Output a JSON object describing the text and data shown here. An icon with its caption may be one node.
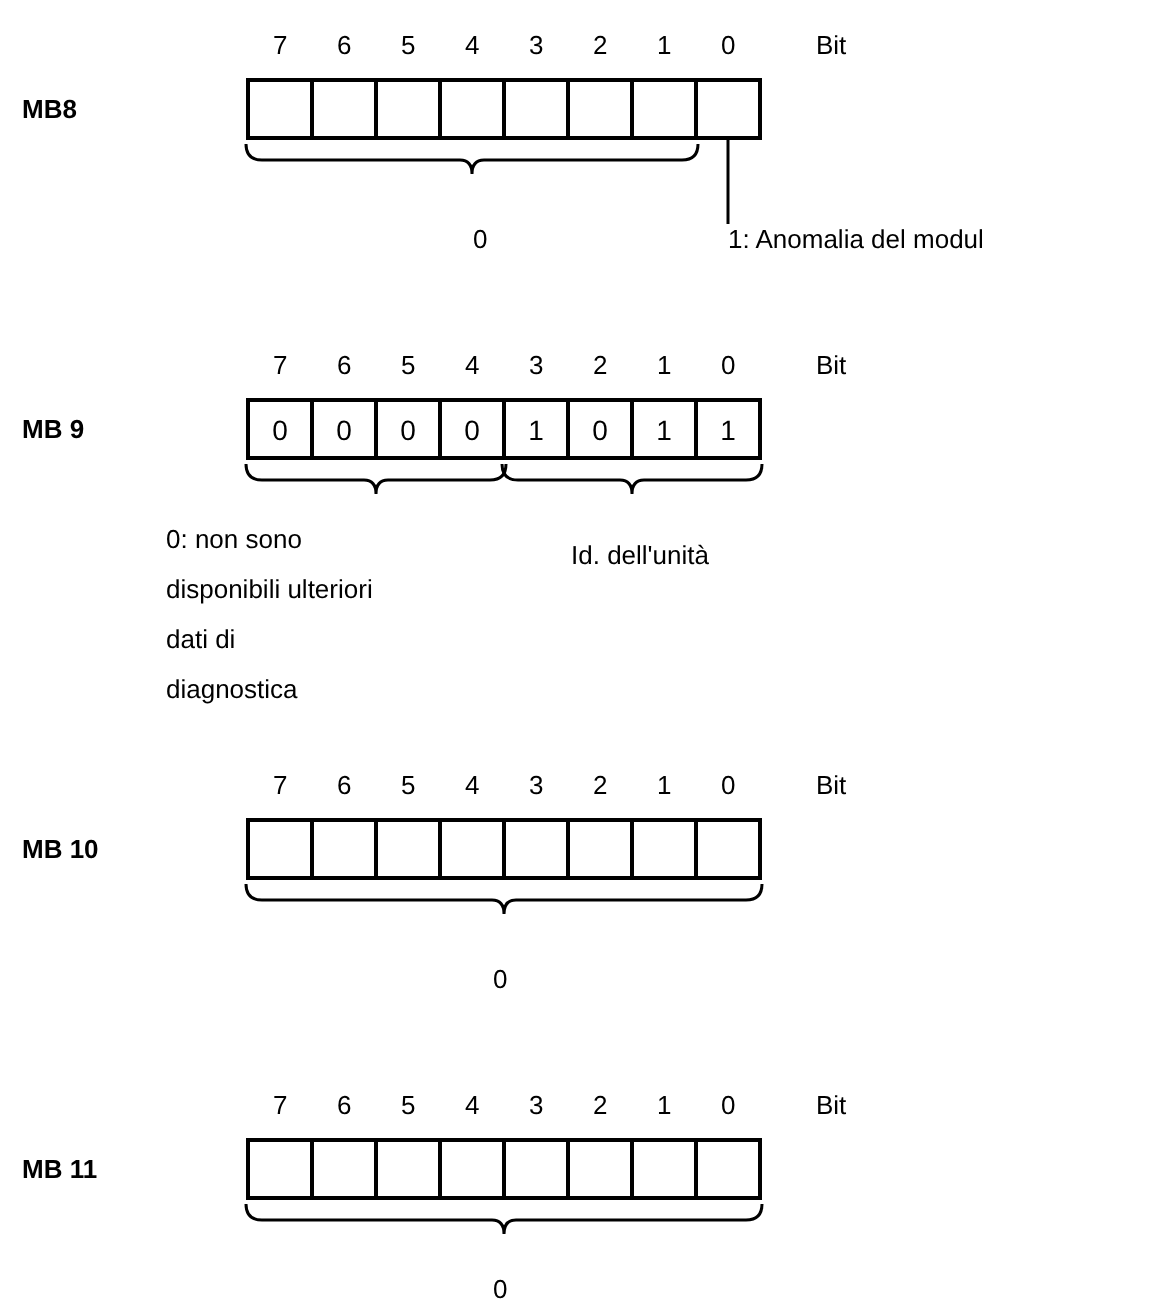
{
  "diagram": {
    "nodes": [
      {
        "text": [],
        "shape": "box"
      },
      {
        "text": [],
        "shape": "box"
      },
      {
        "text": [],
        "shape": "box"
      },
      {
        "text": [],
        "shape": "box"
      },
      {
        "text": [],
        "shape": "box"
      },
      {
        "text": [],
        "shape": "box"
      },
      {
        "text": [],
        "shape": "box"
      },
      {
        "text": [],
        "shape": "box"
      },
      {
        "text": [
          "1: Anomalia del modul"
        ]
      },
      {
        "text": [
          "0"
        ]
      },
      {
        "text": [
          "0"
        ]
      },
      {
        "text": [
          "0"
        ]
      },
      {
        "text": [
          "0"
        ]
      },
      {
        "text": [
          "1"
        ]
      },
      {
        "text": [
          "0"
        ]
      },
      {
        "text": [
          "1"
        ]
      },
      {
        "text": [
          "1"
        ]
      },
      {
        "text": [],
        "shape": "box"
      },
      {
        "text": [],
        "shape": "box"
      },
      {
        "text": [],
        "shape": "box"
      },
      {
        "text": [],
        "shape": "box"
      },
      {
        "text": [],
        "shape": "box"
      },
      {
        "text": [],
        "shape": "box"
      },
      {
        "text": [],
        "shape": "box"
      },
      {
        "text": [],
        "shape": "box"
      },
      {
        "text": [],
        "shape": "box"
      },
      {
        "text": [],
        "shape": "box"
      },
      {
        "text": [],
        "shape": "box"
      },
      {
        "text": [],
        "shape": "box"
      },
      {
        "text": [],
        "shape": "box"
      },
      {
        "text": [],
        "shape": "box"
      },
      {
        "text": [],
        "shape": "box"
      },
      {
        "text": [],
        "shape": "box"
      }
    ],
    "edges": [
      {
        "from": 8,
        "to": 7,
        "arrow": "none"
      }
    ],
    "labels": [
      "7",
      "6",
      "5",
      "4",
      "3",
      "2",
      "1",
      "0",
      "Bit",
      "MB8",
      "0",
      "7",
      "6",
      "5",
      "4",
      "3",
      "2",
      "1",
      "0",
      "Bit",
      "MB 9",
      "0: non sono disponibili ulteriori dati di diagnostica",
      "Id. dell'unità",
      "7",
      "6",
      "5",
      "4",
      "3",
      "2",
      "1",
      "0",
      "Bit",
      "MB 10",
      "0",
      "7",
      "6",
      "5",
      "4",
      "3",
      "2",
      "1",
      "0",
      "Bit",
      "MB 11",
      "0"
    ]
  }
}
